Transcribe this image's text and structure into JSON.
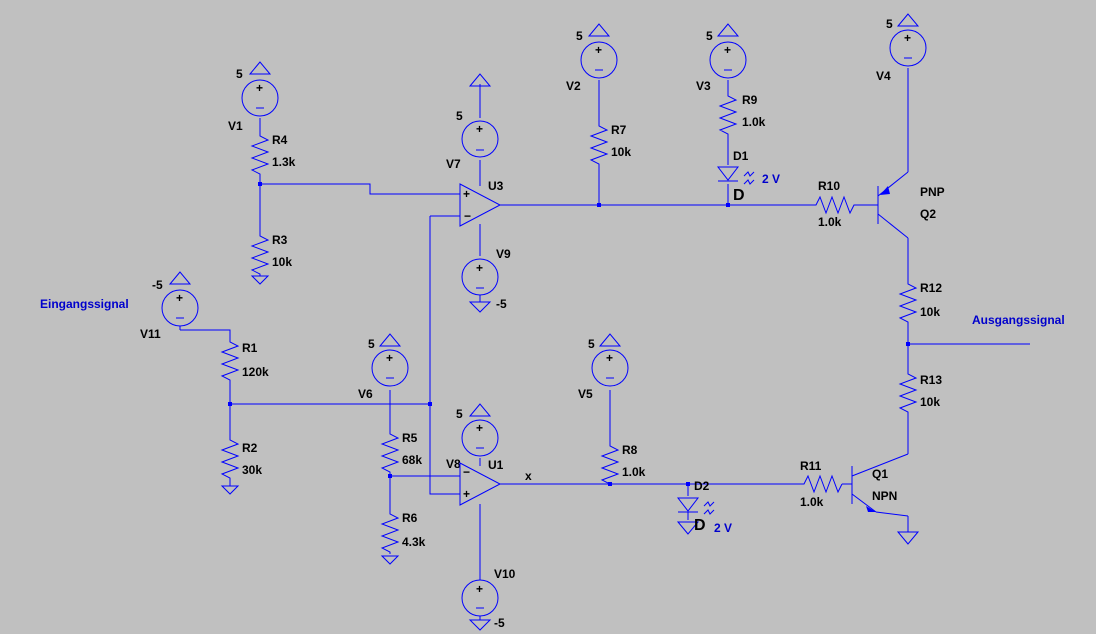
{
  "sources": {
    "V1": {
      "name": "V1",
      "value": "5"
    },
    "V2": {
      "name": "V2",
      "value": "5"
    },
    "V3": {
      "name": "V3",
      "value": "5"
    },
    "V4": {
      "name": "V4",
      "value": "5"
    },
    "V5": {
      "name": "V5",
      "value": "5"
    },
    "V6": {
      "name": "V6",
      "value": "5"
    },
    "V7": {
      "name": "V7",
      "value": "5"
    },
    "V8": {
      "name": "V8",
      "value": "5"
    },
    "V9": {
      "name": "V9",
      "value": "-5"
    },
    "V10": {
      "name": "V10",
      "value": "-5"
    },
    "V11": {
      "name": "V11",
      "value": "-5"
    }
  },
  "resistors": {
    "R1": {
      "name": "R1",
      "value": "120k"
    },
    "R2": {
      "name": "R2",
      "value": "30k"
    },
    "R3": {
      "name": "R3",
      "value": "10k"
    },
    "R4": {
      "name": "R4",
      "value": "1.3k"
    },
    "R5": {
      "name": "R5",
      "value": "68k"
    },
    "R6": {
      "name": "R6",
      "value": "4.3k"
    },
    "R7": {
      "name": "R7",
      "value": "10k"
    },
    "R8": {
      "name": "R8",
      "value": "1.0k"
    },
    "R9": {
      "name": "R9",
      "value": "1.0k"
    },
    "R10": {
      "name": "R10",
      "value": "1.0k"
    },
    "R11": {
      "name": "R11",
      "value": "1.0k"
    },
    "R12": {
      "name": "R12",
      "value": "10k"
    },
    "R13": {
      "name": "R13",
      "value": "10k"
    }
  },
  "diodes": {
    "D1": {
      "name": "D1",
      "model": "D",
      "label": "2 V"
    },
    "D2": {
      "name": "D2",
      "model": "D",
      "label": "2 V"
    }
  },
  "transistors": {
    "Q1": {
      "name": "Q1",
      "type": "NPN"
    },
    "Q2": {
      "name": "Q2",
      "type": "PNP"
    }
  },
  "opamps": {
    "U1": {
      "name": "U1"
    },
    "U3": {
      "name": "U3"
    }
  },
  "nets": {
    "input": "Eingangssignal",
    "output": "Ausgangssignal",
    "x": "x"
  },
  "colors": {
    "background": "#c0c0c0",
    "wire": "#0000ff",
    "net_label": "#0000cc"
  }
}
